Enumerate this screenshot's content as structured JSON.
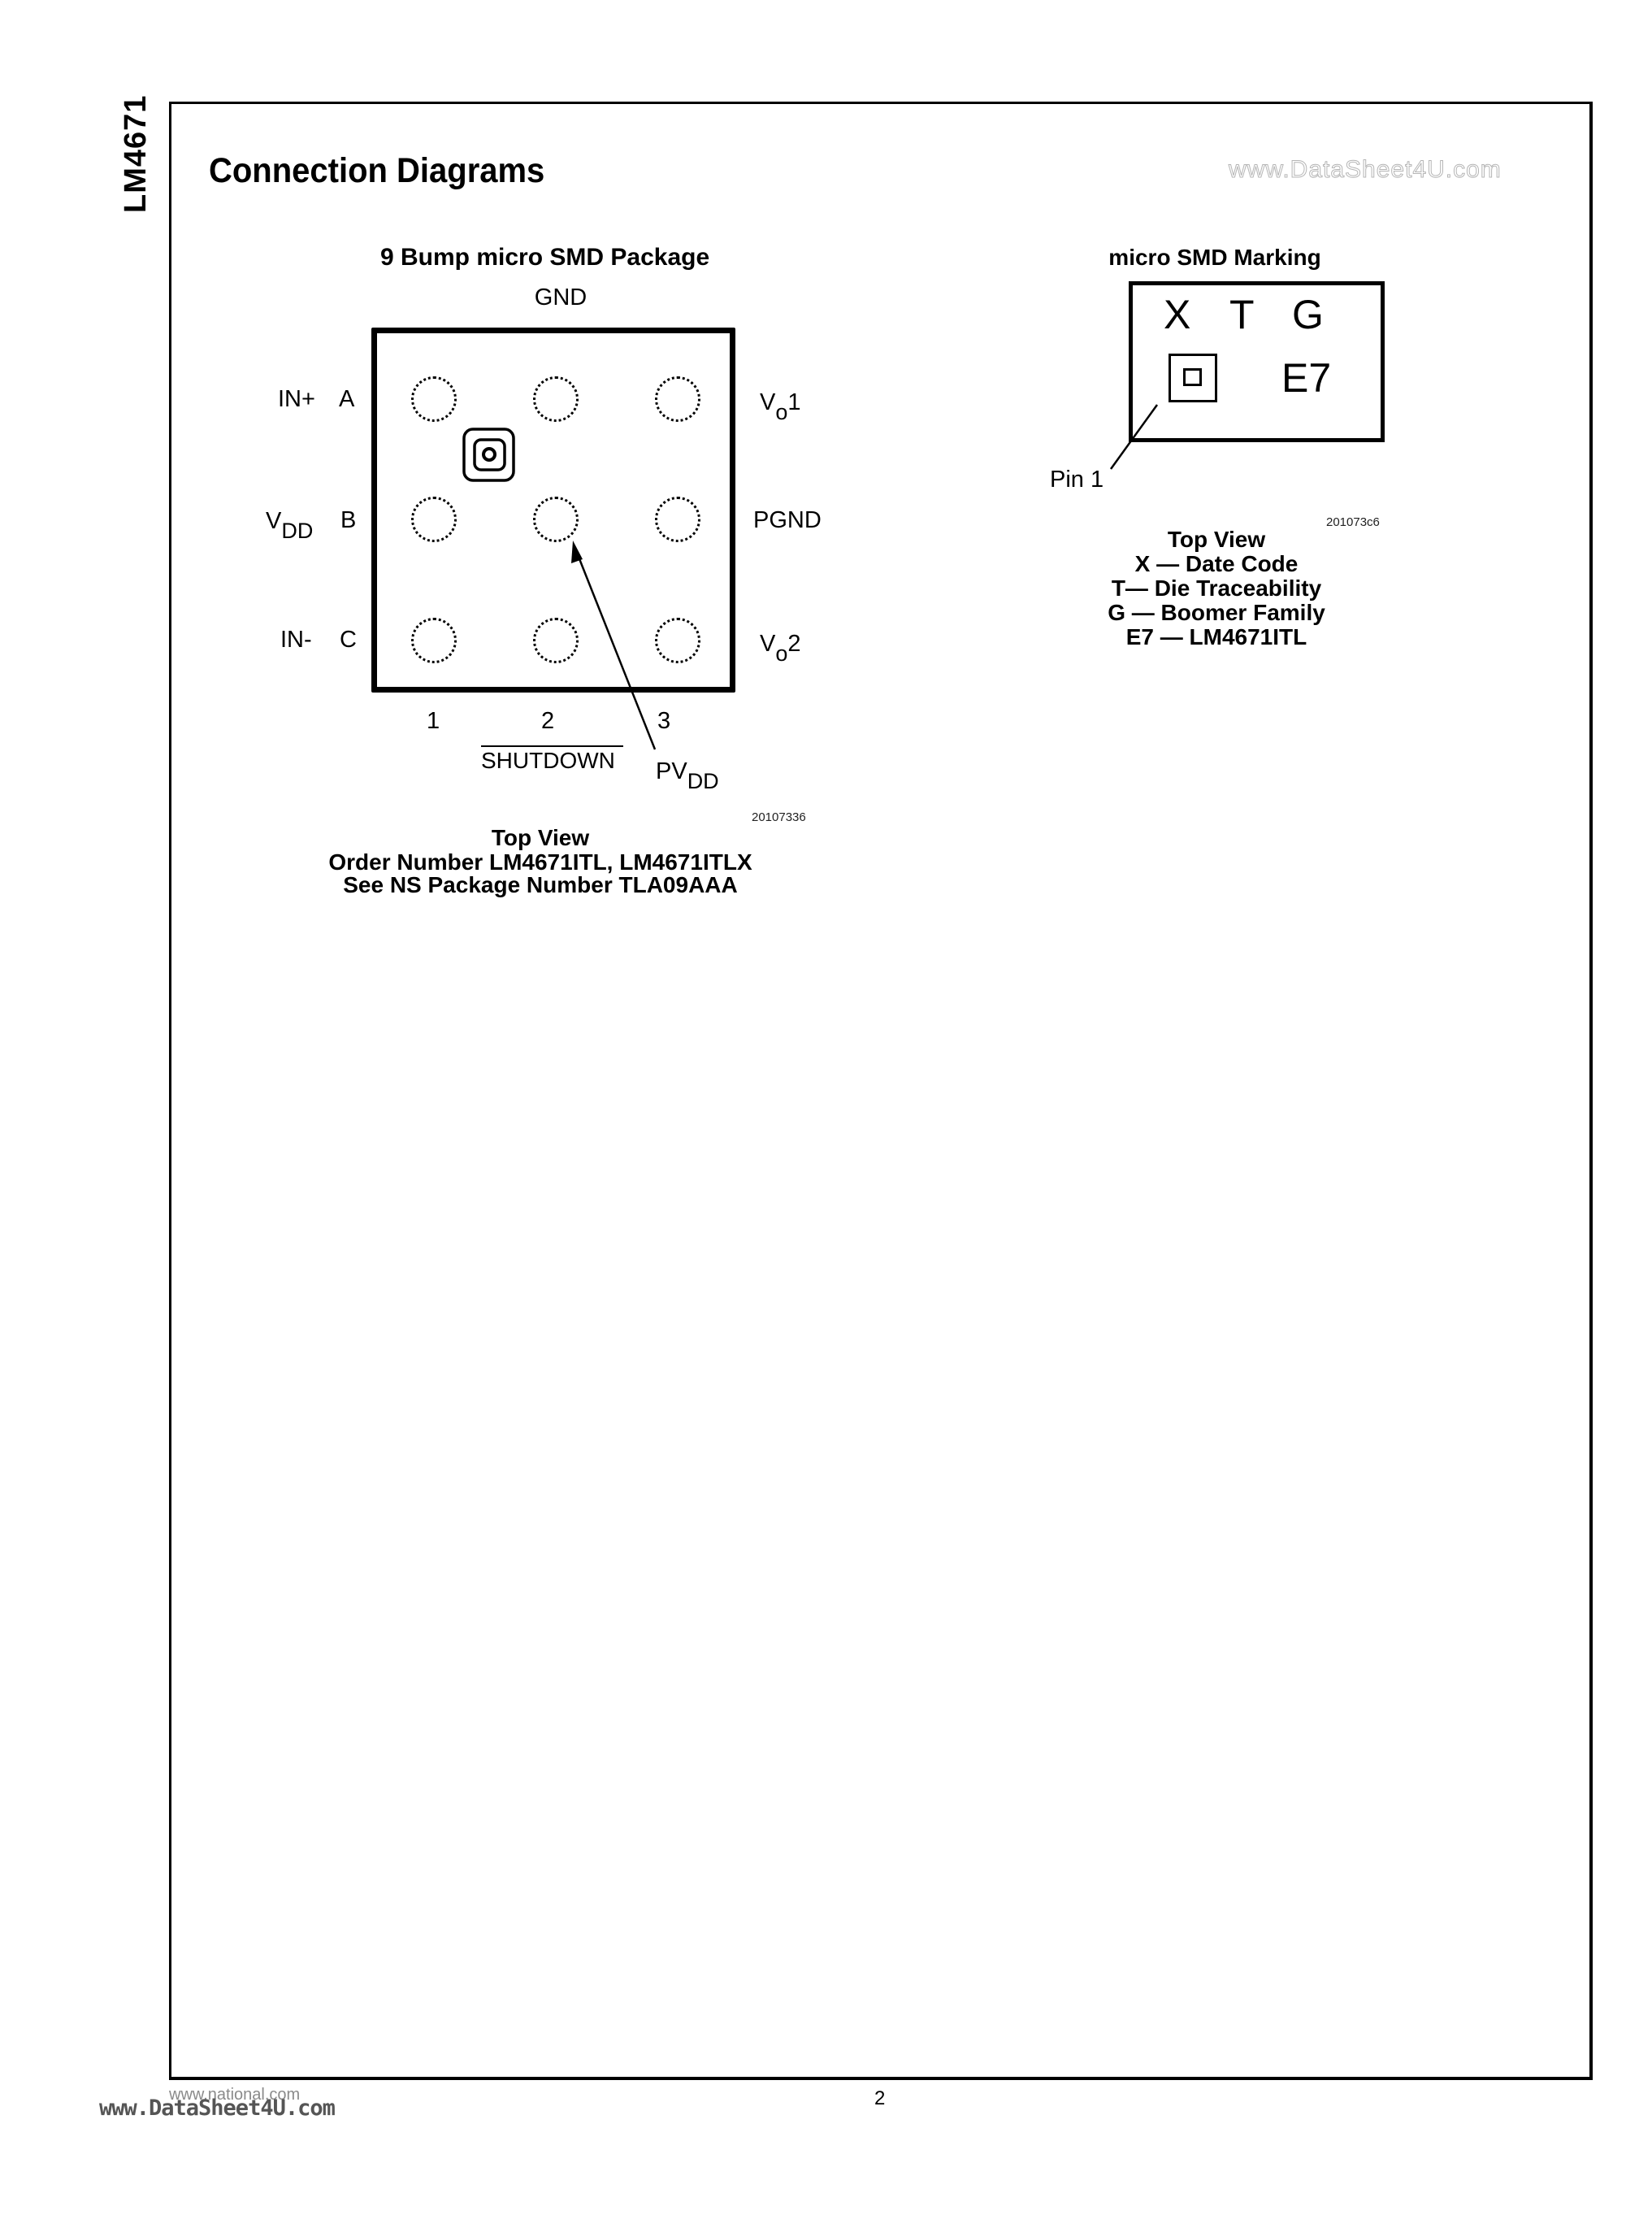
{
  "page": {
    "side_label": "LM4671",
    "heading": "Connection Diagrams",
    "watermark": "www.DataSheet4U.com",
    "page_number": "2",
    "footer": {
      "site": "www.national.com",
      "watermark": "www.DataSheet4U.com"
    }
  },
  "package_diagram": {
    "title": "9 Bump micro SMD Package",
    "top_label": "GND",
    "rows": [
      {
        "letter": "A",
        "left_label": "IN+",
        "left_sub": "",
        "right_label": "V",
        "right_sub": "o",
        "right_suffix": "1"
      },
      {
        "letter": "B",
        "left_label": "V",
        "left_sub": "DD",
        "right_label": "PGND",
        "right_sub": "",
        "right_suffix": ""
      },
      {
        "letter": "C",
        "left_label": "IN-",
        "left_sub": "",
        "right_label": "V",
        "right_sub": "o",
        "right_suffix": "2"
      }
    ],
    "columns": [
      "1",
      "2",
      "3"
    ],
    "bottom_label": "SHUTDOWN",
    "arrow_label": "PV",
    "arrow_label_sub": "DD",
    "figure_code": "20107336",
    "caption": {
      "line1": "Top View",
      "line2": "Order Number LM4671ITL, LM4671ITLX",
      "line3": "See NS Package Number TLA09AAA"
    }
  },
  "marking_diagram": {
    "title": "micro SMD Marking",
    "chars": {
      "x": "X",
      "t": "T",
      "g": "G",
      "code": "E7"
    },
    "pin_label": "Pin 1",
    "figure_code": "201073c6",
    "legend": [
      "Top View",
      "X — Date Code",
      "T— Die Traceability",
      "G — Boomer Family",
      "E7 — LM4671ITL"
    ]
  }
}
